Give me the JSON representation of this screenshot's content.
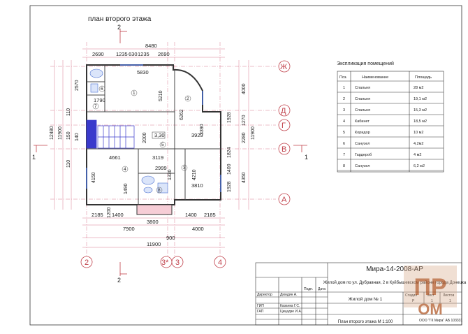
{
  "plan": {
    "title": "план второго этажа",
    "section_label": "2",
    "axes_h": [
      "Ж",
      "Д",
      "Г",
      "В",
      "А"
    ],
    "axes_v": [
      "2",
      "3*",
      "3",
      "4"
    ],
    "marker_1": "1",
    "top_dims": {
      "total": "8480",
      "d1": "2690",
      "d2": "1235",
      "d3": "630",
      "d4": "1235",
      "d5": "2690"
    },
    "bottom_dims": {
      "d1": "2185",
      "d2": "1400",
      "d3": "1400",
      "d4": "2185",
      "w1": "7900",
      "w2": "4000",
      "w3": "900",
      "total": "11900",
      "win": "3800",
      "wall": "1200"
    },
    "left_dims": {
      "total": "12480",
      "a": "11900",
      "b": "2570",
      "c": "110",
      "d": "150",
      "e": "140",
      "f": "110",
      "g": "1790"
    },
    "right_dims": {
      "a": "4000",
      "b": "1270",
      "c": "2280",
      "d": "4350",
      "e": "11900",
      "f": "1928",
      "g": "1824",
      "h": "1400",
      "i": "1928"
    },
    "inner_dims": {
      "r1": "5830",
      "r1h": "5210",
      "r2": "6262",
      "r3": "4661",
      "r3h": "4150",
      "r4": "3119",
      "r5": "2999",
      "r6": "3810",
      "r7": "4210",
      "r8": "3929",
      "r9": "2000",
      "r10": "1490",
      "r11": "1330",
      "r12": "3390",
      "lvl": "3,30"
    },
    "room_numbers": [
      "1",
      "2",
      "3",
      "4",
      "5",
      "6",
      "7",
      "8"
    ]
  },
  "legend": {
    "title": "Экспликация помещений",
    "headers": [
      "Поз.",
      "Наименование",
      "Площадь"
    ],
    "rows": [
      [
        "1",
        "Спальня",
        "28 м2"
      ],
      [
        "2",
        "Спальня",
        "19,1 м2"
      ],
      [
        "3",
        "Спальня",
        "15,3 м2"
      ],
      [
        "4",
        "Кабинет",
        "18,5 м2"
      ],
      [
        "5",
        "Коридор",
        "10 м2"
      ],
      [
        "6",
        "Санузел",
        "4,2м2"
      ],
      [
        "7",
        "Гардероб",
        "4 м2"
      ],
      [
        "8",
        "Санузел",
        "6,2 м2"
      ]
    ]
  },
  "stamp": {
    "code": "Мира-14-2008-АР",
    "project": "Жилой дом по ул. Дубравная, 2 в Куйбышевском районе города Донецка",
    "building": "Жилой дом № 1",
    "sheet_title": "План второго этажа М 1:100",
    "stage_h": "Стадия",
    "sheet_h": "Лист",
    "sheets_h": "Листов",
    "stage": "Р",
    "sheet": "1",
    "sheets": "1",
    "role1": "Директор",
    "name1": "Дюндин А.",
    "role2": "ГИП",
    "name2": "Казанка Г.С.",
    "role3": "ГАП",
    "name3": "Цицадзе И.А.",
    "sign_h": "Подп.",
    "date_h": "Дата",
    "org": "ООО \"ГК Мира\" АБ 103331"
  },
  "watermark": {
    "text": "ПРОМ"
  }
}
